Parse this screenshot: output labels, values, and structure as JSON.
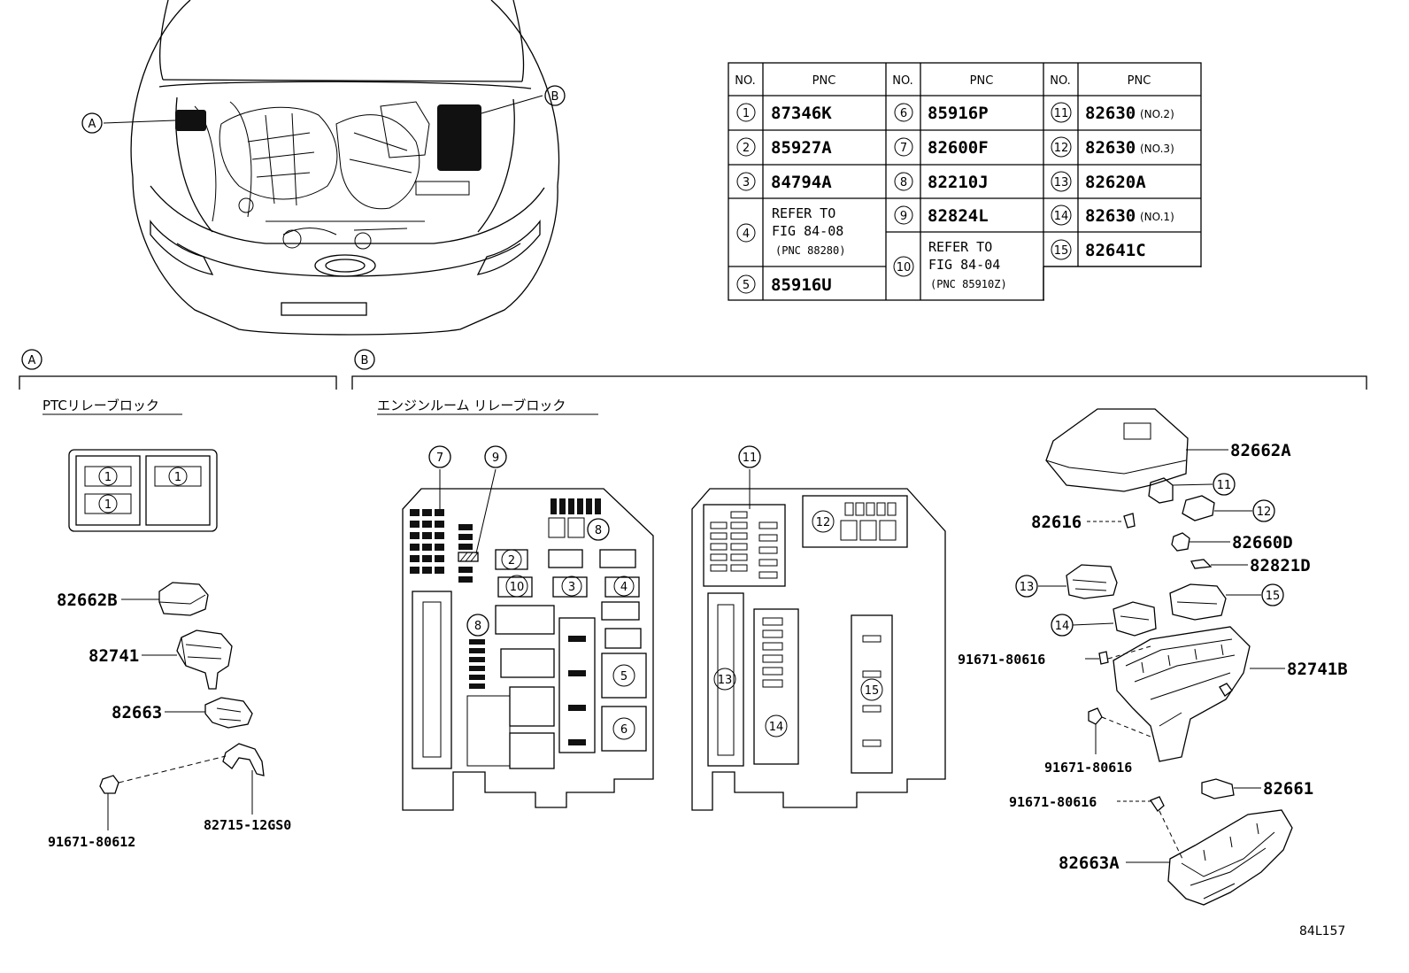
{
  "figure_id": "84L157",
  "engine_view": {
    "callout_a": "A",
    "callout_b": "B"
  },
  "table": {
    "headers": {
      "no": "NO.",
      "pnc": "PNC"
    },
    "col1": [
      {
        "no": "1",
        "pnc": "87346K"
      },
      {
        "no": "2",
        "pnc": "85927A"
      },
      {
        "no": "3",
        "pnc": "84794A"
      },
      {
        "no": "4",
        "ref1": "REFER TO",
        "ref2": "FIG 84-08",
        "ref3": "(PNC 88280)"
      },
      {
        "no": "5",
        "pnc": "85916U"
      }
    ],
    "col2": [
      {
        "no": "6",
        "pnc": "85916P"
      },
      {
        "no": "7",
        "pnc": "82600F"
      },
      {
        "no": "8",
        "pnc": "82210J"
      },
      {
        "no": "9",
        "pnc": "82824L"
      },
      {
        "no": "10",
        "ref1": "REFER TO",
        "ref2": "FIG 84-04",
        "ref3": "(PNC 85910Z)"
      }
    ],
    "col3": [
      {
        "no": "11",
        "pnc": "82630",
        "suffix": "(NO.2)"
      },
      {
        "no": "12",
        "pnc": "82630",
        "suffix": "(NO.3)"
      },
      {
        "no": "13",
        "pnc": "82620A"
      },
      {
        "no": "14",
        "pnc": "82630",
        "suffix": "(NO.1)"
      },
      {
        "no": "15",
        "pnc": "82641C"
      }
    ]
  },
  "section_a": {
    "letter": "A",
    "title": "PTCリレーブロック",
    "parts": {
      "p1": "82662B",
      "p2": "82741",
      "p3": "82663",
      "p4": "82715-12GS0",
      "p5": "91671-80612"
    },
    "callouts": [
      "1",
      "1",
      "1"
    ]
  },
  "section_b": {
    "letter": "B",
    "title": "エンジンルーム リレーブロック",
    "callouts": {
      "c7": "7",
      "c9": "9",
      "c8a": "8",
      "c2": "2",
      "c10": "10",
      "c3": "3",
      "c4": "4",
      "c8b": "8",
      "c5": "5",
      "c6": "6",
      "c11": "11",
      "c12": "12",
      "c13": "13",
      "c14": "14",
      "c15": "15"
    },
    "parts": {
      "cover": "82662A",
      "c11": "11",
      "c12": "12",
      "p82616": "82616",
      "p82660D": "82660D",
      "p82821D": "82821D",
      "c13": "13",
      "c15": "15",
      "c14": "14",
      "bolt1": "91671-80616",
      "box": "82741B",
      "bolt2": "91671-80616",
      "p82661": "82661",
      "bolt3": "91671-80616",
      "lower": "82663A"
    }
  }
}
